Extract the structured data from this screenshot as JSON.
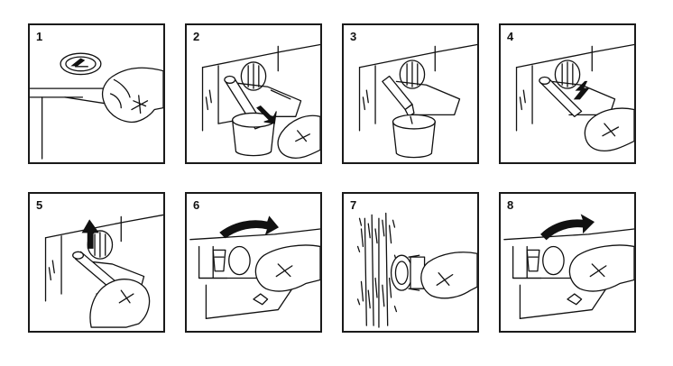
{
  "steps": [
    {
      "label": "1",
      "illustration": "open-flap-with-coin"
    },
    {
      "label": "2",
      "illustration": "drain-water-into-container"
    },
    {
      "label": "3",
      "illustration": "close-drain-hose"
    },
    {
      "label": "4",
      "illustration": "re-plug-drain-hose"
    },
    {
      "label": "5",
      "illustration": "stow-drain-hose"
    },
    {
      "label": "6",
      "illustration": "unscrew-pump-filter"
    },
    {
      "label": "7",
      "illustration": "rinse-filter-under-water"
    },
    {
      "label": "8",
      "illustration": "screw-filter-back-in"
    }
  ]
}
